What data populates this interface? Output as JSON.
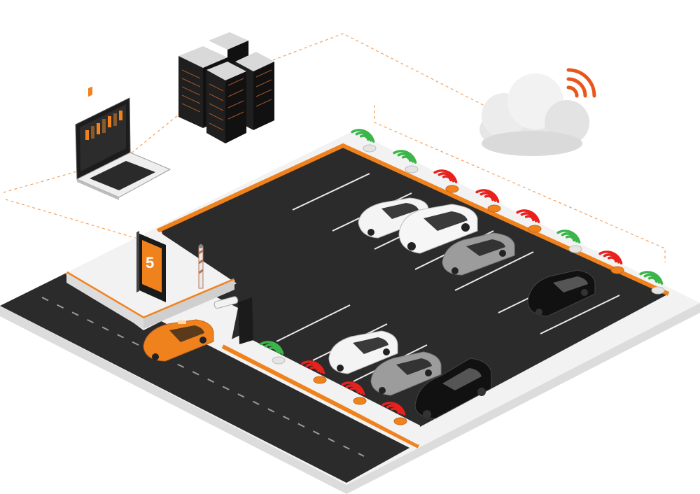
{
  "diagram": {
    "title": "",
    "labels": {
      "servers": "",
      "laptop": "",
      "kiosk": "",
      "cloud": ""
    },
    "sign_number": "5",
    "colors": {
      "asphalt": "#2b2b2b",
      "curb_orange": "#f0821e",
      "platform_white": "#f2f2f2",
      "platform_side": "#dcdcdc",
      "signal_free": "#3bb54a",
      "signal_occupied": "#e8211c",
      "sensor_orange": "#f0821e",
      "taxi": "#f0821e",
      "link_dashed": "#f5a05a",
      "cloud": "#e6e6e6"
    },
    "sensors_back_row": [
      {
        "status": "free"
      },
      {
        "status": "free"
      },
      {
        "status": "occupied"
      },
      {
        "status": "occupied"
      },
      {
        "status": "occupied"
      },
      {
        "status": "free"
      },
      {
        "status": "occupied"
      },
      {
        "status": "free"
      }
    ],
    "sensors_front_row": [
      {
        "status": "free"
      },
      {
        "status": "occupied"
      },
      {
        "status": "occupied"
      },
      {
        "status": "occupied"
      }
    ],
    "icons": [
      "server-rack-icon",
      "laptop-icon",
      "cloud-icon",
      "wireless-signal-icon",
      "display-kiosk-icon",
      "barrier-gate-icon",
      "camera-icon"
    ]
  }
}
